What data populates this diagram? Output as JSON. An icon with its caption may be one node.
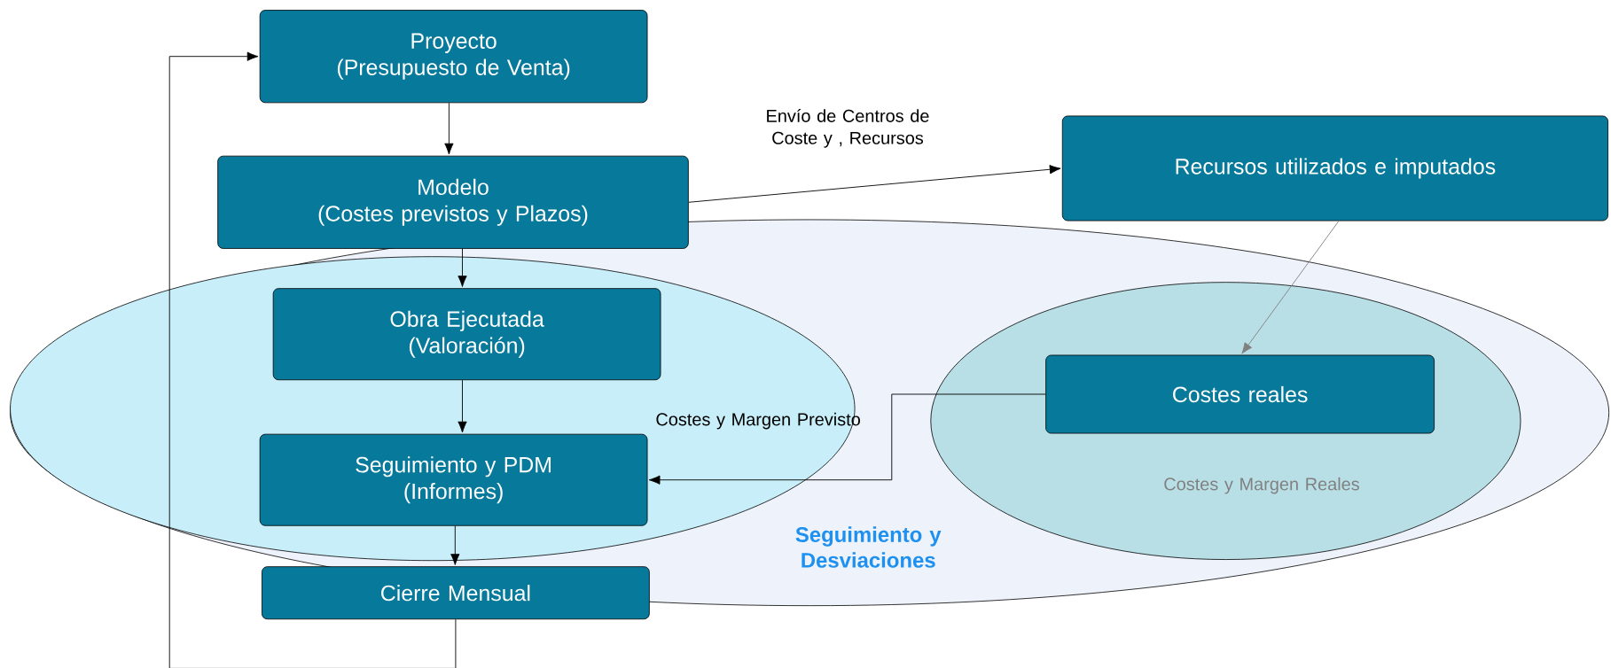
{
  "diagram": {
    "nodes": [
      {
        "text": [
          "Proyecto",
          "(Presupuesto de Venta)"
        ]
      },
      {
        "text": [
          "Modelo",
          "(Costes previstos y Plazos)"
        ]
      },
      {
        "text": [
          "Recursos utilizados e imputados"
        ]
      },
      {
        "text": [
          "Seguimiento y Desviaciones"
        ]
      },
      {
        "text": [
          "Costes y Margen Previsto"
        ],
        "in": 3
      },
      {
        "text": [
          "Obra Ejecutada",
          "(Valoración)"
        ],
        "in": 4
      },
      {
        "text": [
          "Seguimiento y PDM",
          "(Informes)"
        ],
        "in": 4
      },
      {
        "text": [
          "Costes y Margen Reales"
        ],
        "in": 3
      },
      {
        "text": [
          "Costes reales"
        ],
        "in": 7
      },
      {
        "text": [
          "Cierre Mensual"
        ]
      }
    ],
    "edges": [
      {
        "from": 0,
        "to": 1,
        "arrow": "to"
      },
      {
        "from": 1,
        "to": 5,
        "arrow": "to"
      },
      {
        "from": 5,
        "to": 6,
        "arrow": "to"
      },
      {
        "from": 6,
        "to": 9,
        "arrow": "to"
      },
      {
        "from": 1,
        "to": 2,
        "arrow": "to",
        "label": "Envío de Centros de Coste y , Recursos"
      },
      {
        "from": 2,
        "to": 8,
        "arrow": "to",
        "color": "#808080"
      },
      {
        "from": 8,
        "to": 6,
        "arrow": "to"
      },
      {
        "from": 9,
        "to": 0,
        "arrow": "to"
      }
    ]
  }
}
